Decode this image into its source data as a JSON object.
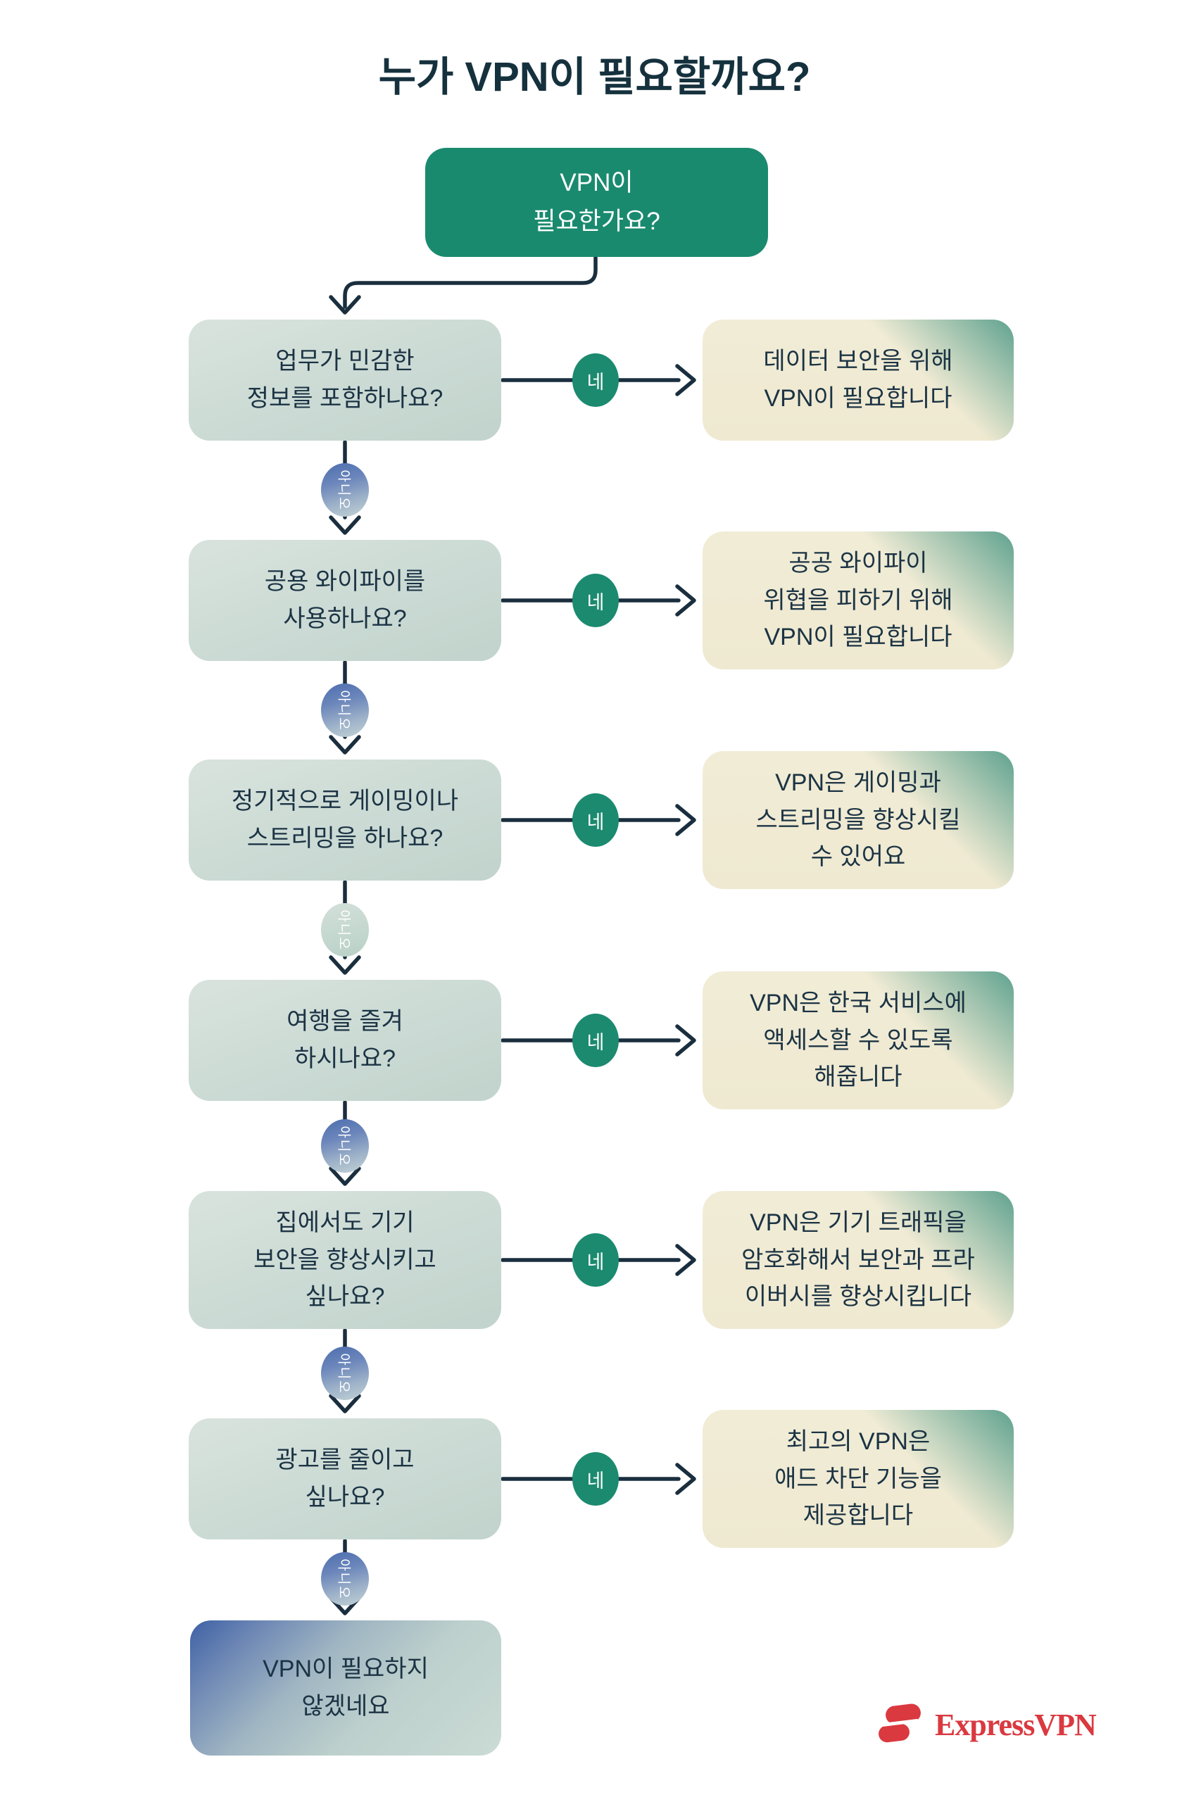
{
  "page": {
    "title": "누가 VPN이 필요할까요?"
  },
  "start": {
    "label": "VPN이\n필요한가요?"
  },
  "labels": {
    "yes": "네",
    "no": "아니오"
  },
  "rows": [
    {
      "question": "업무가 민감한\n정보를 포함하나요?",
      "answer": "데이터 보안을 위해\nVPN이 필요합니다",
      "no_badge_variant": "blue"
    },
    {
      "question": "공용 와이파이를\n사용하나요?",
      "answer": "공공 와이파이\n위협을 피하기 위해\nVPN이 필요합니다",
      "no_badge_variant": "blue"
    },
    {
      "question": "정기적으로 게이밍이나\n스트리밍을 하나요?",
      "answer": "VPN은 게이밍과\n스트리밍을 향상시킬\n수 있어요",
      "no_badge_variant": "pale"
    },
    {
      "question": "여행을 즐겨\n하시나요?",
      "answer": "VPN은 한국 서비스에\n액세스할 수 있도록\n해줍니다",
      "no_badge_variant": "blue"
    },
    {
      "question": "집에서도 기기\n보안을 향상시키고\n싶나요?",
      "answer": "VPN은 기기 트래픽을\n암호화해서 보안과 프라\n이버시를 향상시킵니다",
      "no_badge_variant": "blue"
    },
    {
      "question": "광고를 줄이고\n싶나요?",
      "answer": "최고의 VPN은\n애드 차단 기능을\n제공합니다",
      "no_badge_variant": "blue"
    }
  ],
  "end": {
    "label": "VPN이 필요하지\n않겠네요"
  },
  "footer": {
    "brand": "ExpressVPN"
  },
  "colors": {
    "green": "#1B8A6F",
    "navy_text": "#1B3344",
    "arrow": "#1A2E3E",
    "cream": "#F0EAD3",
    "sage": "#CBD9D3",
    "badge_blue": "#4C6DAD",
    "end_blue": "#3E61A5",
    "brand_red": "#DA3940"
  }
}
